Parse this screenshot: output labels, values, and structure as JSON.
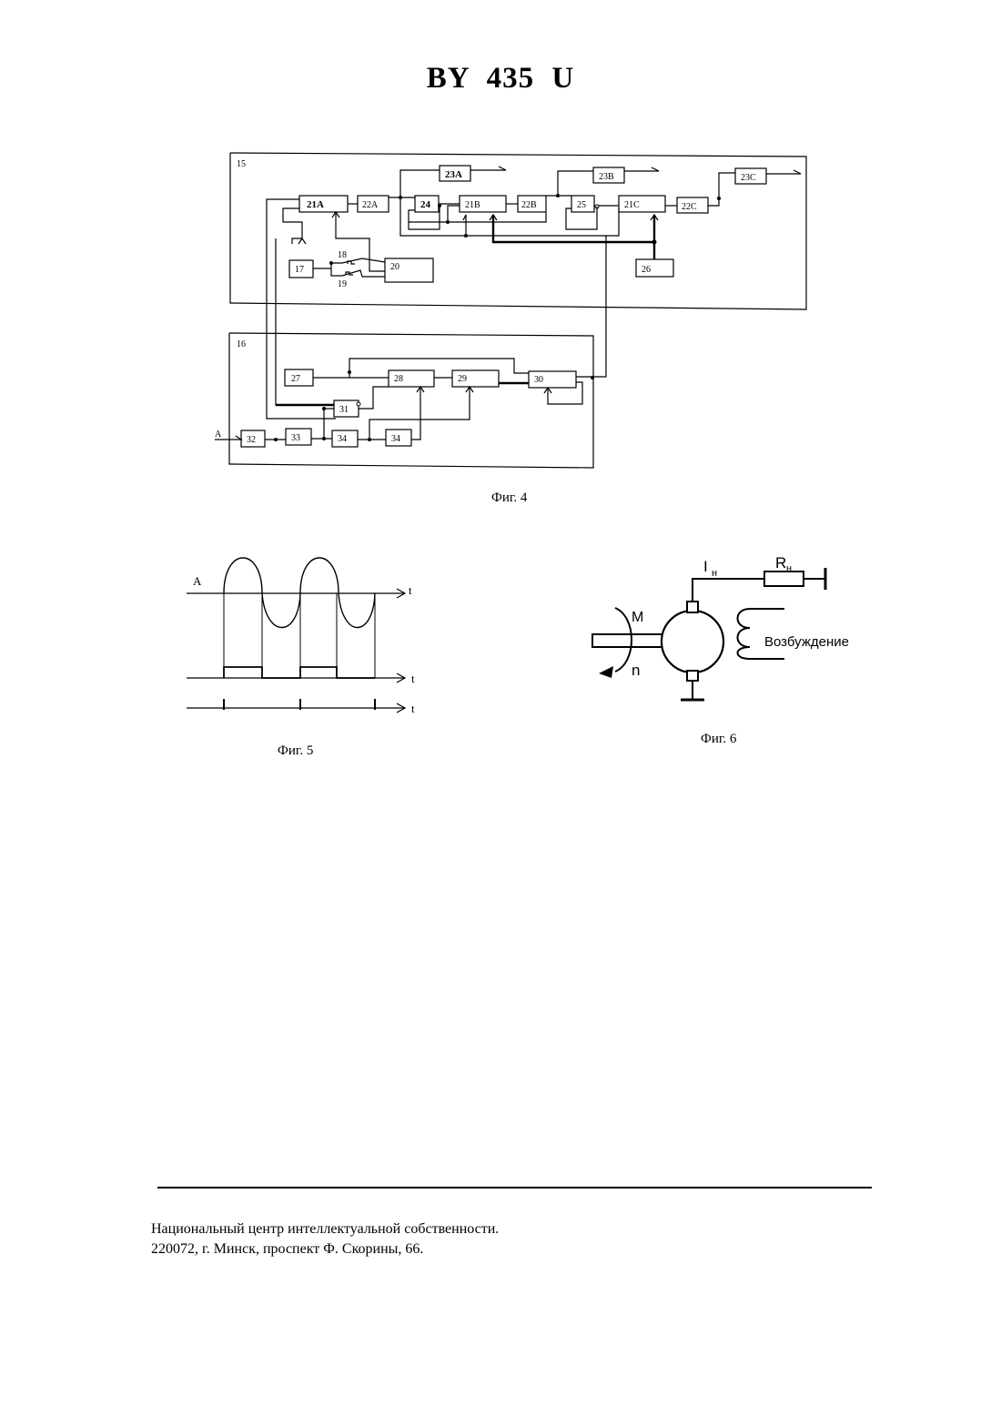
{
  "document": {
    "title": "BY  435  U",
    "footer": {
      "line1": "Национальный центр интеллектуальной собственности.",
      "line2": "220072, г. Минск, проспект Ф. Скорины, 66."
    }
  },
  "fig4": {
    "caption": "Фиг. 4",
    "group_labels": {
      "top": "15",
      "bottom": "16"
    },
    "blocks": {
      "b21A": "21A",
      "b22A": "22A",
      "b23A": "23A",
      "b24": "24",
      "b21B": "21B",
      "b22B": "22B",
      "b23B": "23B",
      "b25": "25",
      "b21C": "21C",
      "b22C": "22C",
      "b23C": "23C",
      "b26": "26",
      "b17": "17",
      "b20": "20",
      "b27": "27",
      "b28": "28",
      "b29": "29",
      "b30": "30",
      "b31": "31",
      "b32": "32",
      "b33": "33",
      "b34a": "34",
      "b34b": "34"
    },
    "switch_labels": {
      "s18": "18",
      "s19": "19"
    },
    "input_label": "A"
  },
  "fig5": {
    "caption": "Фиг. 5",
    "signal_label": "A",
    "axis_labels": [
      "t",
      "t",
      "t"
    ]
  },
  "fig6": {
    "caption": "Фиг. 6",
    "current_label": "I",
    "current_sub": "н",
    "resistor_label": "R",
    "resistor_sub": "н",
    "torque_label": "M",
    "speed_label": "n",
    "excitation_label": "Возбуждение"
  }
}
